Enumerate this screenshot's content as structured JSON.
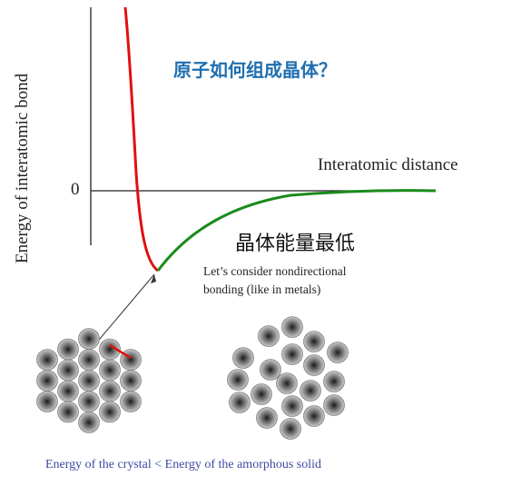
{
  "question_text": "原子如何组成晶体？",
  "ylabel": "Energy of interatomic bond",
  "xlabel": "Interatomic distance",
  "zero_tick": "0",
  "lowest_energy_text": "晶体能量最低",
  "consider_line1": "Let’s  consider  nondirectional",
  "consider_line2": "bonding (like in metals)",
  "caption": "Energy of the crystal < Energy of the amorphous solid",
  "colors": {
    "repulsive": "#e01010",
    "attractive": "#1a8a1a",
    "question": "#1f6fb0",
    "caption": "#3f4aa0",
    "atom_bond": "#e01010"
  },
  "crystal_rows": [
    3,
    4,
    5,
    4,
    3
  ],
  "amorphous_atom_count": 19
}
